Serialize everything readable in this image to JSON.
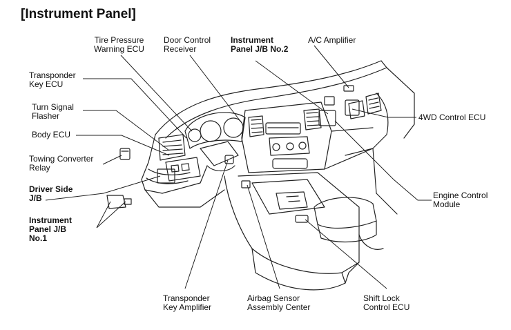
{
  "title": "[Instrument Panel]",
  "labels": {
    "tire_pressure": [
      "Tire Pressure",
      "Warning ECU"
    ],
    "door_control": [
      "Door Control",
      "Receiver"
    ],
    "ip_jb2": [
      "Instrument",
      "Panel J/B No.2"
    ],
    "ac_amplifier": [
      "A/C Amplifier"
    ],
    "transponder_ecu": [
      "Transponder",
      "Key ECU"
    ],
    "turn_signal": [
      "Turn Signal",
      "Flasher"
    ],
    "body_ecu": [
      "Body ECU"
    ],
    "towing_relay": [
      "Towing Converter",
      "Relay"
    ],
    "driver_jb": [
      "Driver Side",
      "J/B"
    ],
    "ip_jb1": [
      "Instrument",
      "Panel J/B",
      "No.1"
    ],
    "fwd_ecu": [
      "4WD Control ECU"
    ],
    "engine_module": [
      "Engine Control",
      "Module"
    ],
    "transponder_amp": [
      "Transponder",
      "Key Amplifier"
    ],
    "airbag_sensor": [
      "Airbag Sensor",
      "Assembly Center"
    ],
    "shift_lock": [
      "Shift Lock",
      "Control ECU"
    ]
  }
}
